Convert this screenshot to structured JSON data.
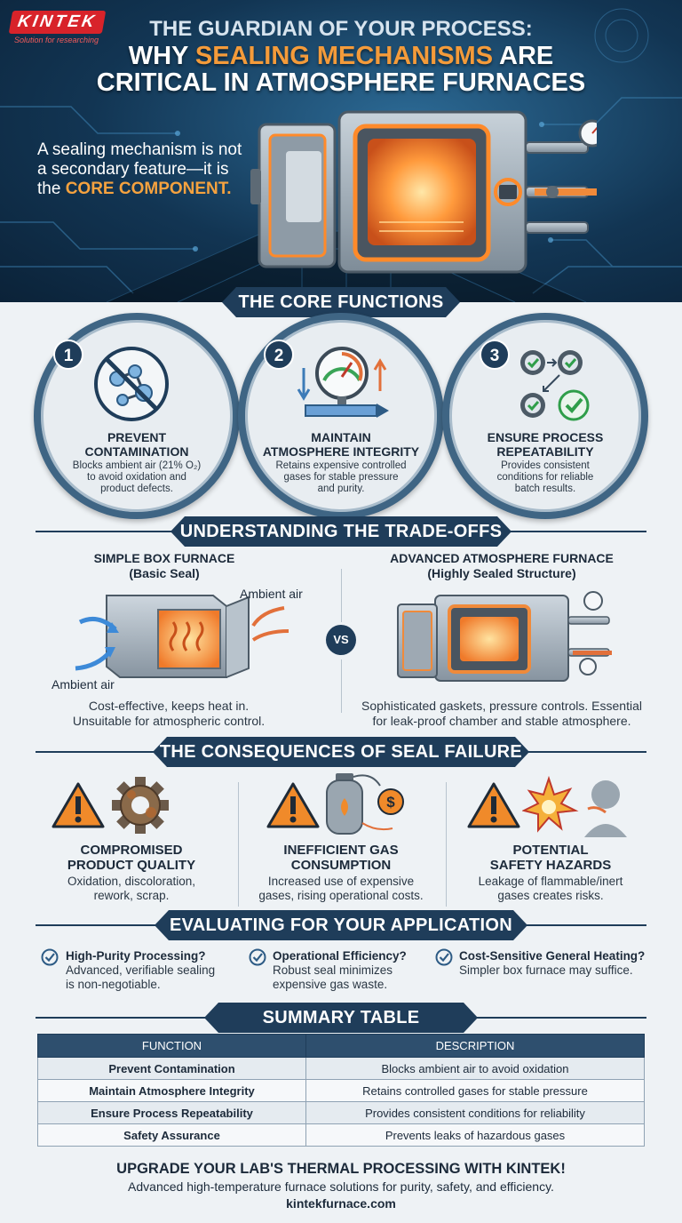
{
  "brand": {
    "logo_text": "KINTEK",
    "logo_tagline": "Solution for researching"
  },
  "hero": {
    "title_line1": "THE GUARDIAN OF YOUR PROCESS:",
    "title_line2_pre": "WHY ",
    "title_line2_highlight": "SEALING MECHANISMS",
    "title_line2_post": " ARE",
    "title_line3": "CRITICAL IN ATMOSPHERE FURNACES",
    "lead_text": "A sealing mechanism is not a secondary feature—it is the",
    "lead_highlight": "CORE COMPONENT."
  },
  "core": {
    "banner": "THE CORE FUNCTIONS",
    "items": [
      {
        "number": "1",
        "title_line1": "PREVENT",
        "title_line2": "CONTAMINATION",
        "desc_line1": "Blocks ambient air (21% O₂)",
        "desc_line2": "to avoid oxidation and",
        "desc_line3": "product defects."
      },
      {
        "number": "2",
        "title_line1": "MAINTAIN",
        "title_line2": "ATMOSPHERE INTEGRITY",
        "desc_line1": "Retains expensive controlled",
        "desc_line2": "gases for stable pressure",
        "desc_line3": "and purity."
      },
      {
        "number": "3",
        "title_line1": "ENSURE PROCESS",
        "title_line2": "REPEATABILITY",
        "desc_line1": "Provides consistent",
        "desc_line2": "conditions for reliable",
        "desc_line3": "batch results."
      }
    ]
  },
  "tradeoffs": {
    "banner": "UNDERSTANDING THE TRADE-OFFS",
    "left": {
      "title": "SIMPLE BOX FURNACE",
      "subtitle": "(Basic Seal)",
      "air_top": "Ambient air",
      "air_bottom": "Ambient air",
      "desc_line1": "Cost-effective, keeps heat in.",
      "desc_line2": "Unsuitable for atmospheric control."
    },
    "vs": "VS",
    "right": {
      "title": "ADVANCED ATMOSPHERE FURNACE",
      "subtitle": "(Highly Sealed Structure)",
      "desc_line1": "Sophisticated gaskets, pressure controls. Essential",
      "desc_line2": "for leak-proof chamber and stable atmosphere."
    }
  },
  "consequences": {
    "banner": "THE CONSEQUENCES OF SEAL FAILURE",
    "items": [
      {
        "title_line1": "COMPROMISED",
        "title_line2": "PRODUCT QUALITY",
        "desc_line1": "Oxidation, discoloration,",
        "desc_line2": "rework, scrap."
      },
      {
        "title_line1": "INEFFICIENT GAS",
        "title_line2": "CONSUMPTION",
        "desc_line1": "Increased use of expensive",
        "desc_line2": "gases, rising operational costs."
      },
      {
        "title_line1": "POTENTIAL",
        "title_line2": "SAFETY HAZARDS",
        "desc_line1": "Leakage of flammable/inert",
        "desc_line2": "gases creates risks."
      }
    ]
  },
  "evaluate": {
    "banner": "EVALUATING FOR YOUR APPLICATION",
    "items": [
      {
        "question": "High-Purity Processing?",
        "answer_line1": "Advanced, verifiable sealing",
        "answer_line2": "is non-negotiable."
      },
      {
        "question": "Operational Efficiency?",
        "answer_line1": "Robust seal minimizes",
        "answer_line2": "expensive gas waste."
      },
      {
        "question": "Cost-Sensitive General Heating?",
        "answer_line1": "Simpler box furnace may suffice.",
        "answer_line2": ""
      }
    ]
  },
  "summary": {
    "banner": "SUMMARY TABLE",
    "headers": [
      "FUNCTION",
      "DESCRIPTION"
    ],
    "rows": [
      [
        "Prevent Contamination",
        "Blocks ambient air to avoid oxidation"
      ],
      [
        "Maintain Atmosphere Integrity",
        "Retains controlled gases for stable pressure"
      ],
      [
        "Ensure Process Repeatability",
        "Provides consistent conditions for reliability"
      ],
      [
        "Safety Assurance",
        "Prevents leaks of hazardous gases"
      ]
    ]
  },
  "cta": {
    "title": "UPGRADE YOUR LAB'S THERMAL PROCESSING WITH KINTEK!",
    "subtitle": "Advanced high-temperature furnace solutions for purity, safety, and efficiency.",
    "url": "kintekfurnace.com"
  },
  "colors": {
    "navy": "#1f3d5a",
    "orange": "#f49b3a",
    "brand_red": "#d8232a"
  }
}
